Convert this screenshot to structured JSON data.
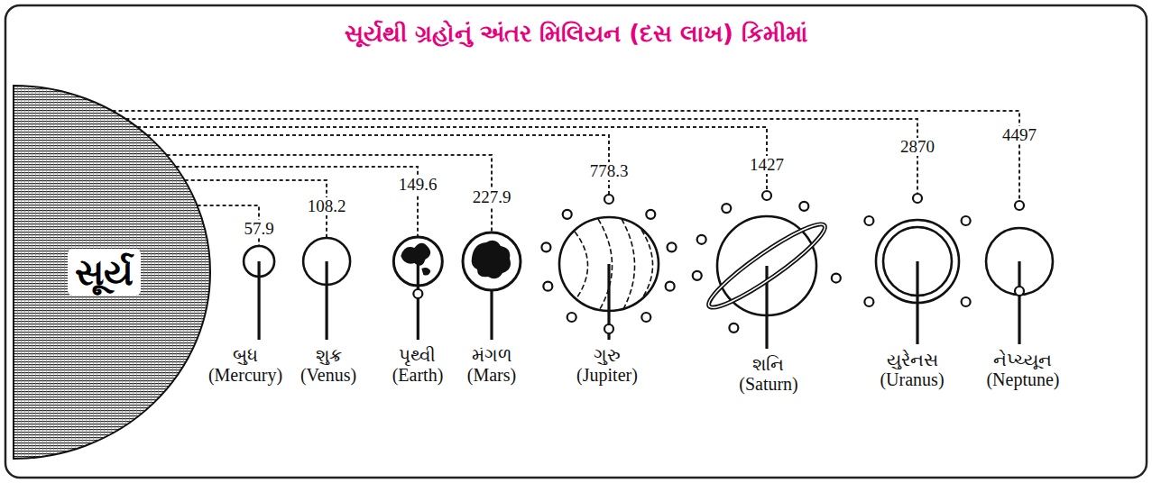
{
  "diagram": {
    "title": "સૂર્યથી ગ્રહોનું અંતર મિલિયન (દસ લાખ) કિમીમાં",
    "nodes": [
      {
        "text": [
          "સૂર્ય"
        ]
      },
      {
        "text": [
          "બુધ (Mercury)"
        ]
      },
      {
        "text": [
          "શુક્ર (Venus)"
        ]
      },
      {
        "text": [
          "પૃથ્વી (Earth)"
        ]
      },
      {
        "text": [
          "મંગળ (Mars)"
        ]
      },
      {
        "text": [
          "ગુરુ (Jupiter)"
        ]
      },
      {
        "text": [
          "શનિ (Saturn)"
        ]
      },
      {
        "text": [
          "યુરેનસ (Uranus)"
        ]
      },
      {
        "text": [
          "નેપ્ચ્યૂન (Neptune)"
        ]
      }
    ],
    "edges": [
      {
        "from": 0,
        "to": 1,
        "arrow": "none",
        "label": "57.9"
      },
      {
        "from": 0,
        "to": 2,
        "arrow": "none",
        "label": "108.2"
      },
      {
        "from": 0,
        "to": 3,
        "arrow": "none",
        "label": "149.6"
      },
      {
        "from": 0,
        "to": 4,
        "arrow": "none",
        "label": "227.9"
      },
      {
        "from": 0,
        "to": 5,
        "arrow": "none",
        "label": "778.3"
      },
      {
        "from": 0,
        "to": 6,
        "arrow": "none",
        "label": "1427"
      },
      {
        "from": 0,
        "to": 7,
        "arrow": "none",
        "label": "2870"
      },
      {
        "from": 0,
        "to": 8,
        "arrow": "none",
        "label": "4497"
      }
    ]
  }
}
